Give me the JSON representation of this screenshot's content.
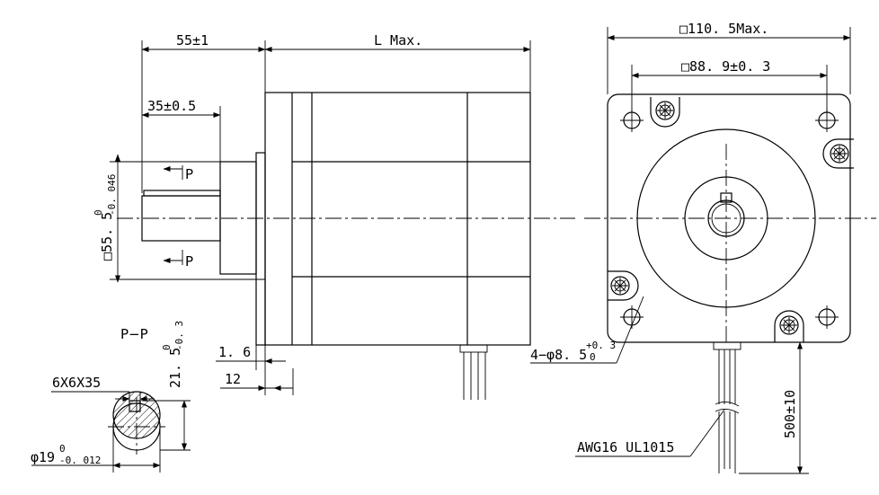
{
  "side_view": {
    "shaft_length": "55±1",
    "body_length": "L Max.",
    "key_length": "35±0.5",
    "pilot_dia_main": "□55. 5",
    "pilot_dia_sup": "0",
    "pilot_dia_sub": "-0. 046",
    "section_mark": "P",
    "flange_thickness": "1. 6",
    "pilot_depth": "12"
  },
  "section_view": {
    "title": "P−P",
    "key_size": "6X6X35",
    "flat_main": "21. 5",
    "flat_sup": "0",
    "flat_sub": "-0. 3",
    "shaft_dia_main": "φ19",
    "shaft_dia_sup": "0",
    "shaft_dia_sub": "-0. 012"
  },
  "front_view": {
    "overall": "□110. 5Max.",
    "hole_spacing": "□88. 9±0. 3",
    "holes_main": "4−φ8. 5",
    "holes_sup": "+0. 3",
    "holes_sub": "0",
    "lead_length": "500±10",
    "wire_spec": "AWG16  UL1015"
  }
}
